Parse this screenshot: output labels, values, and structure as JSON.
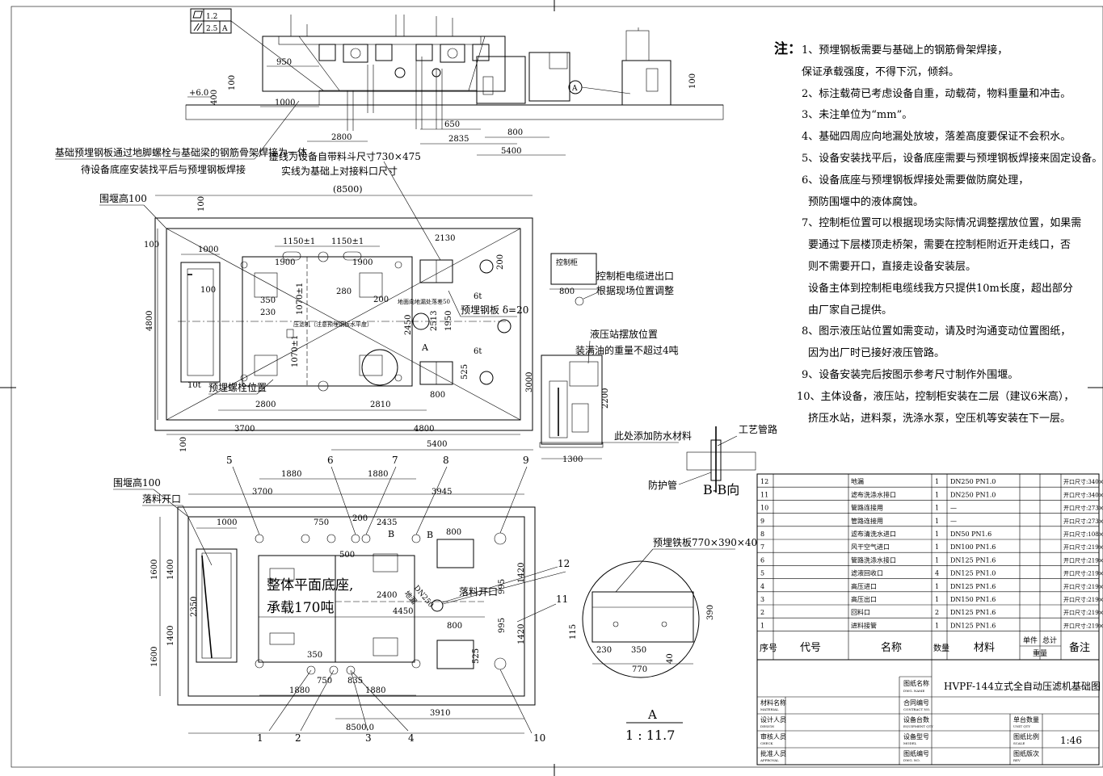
{
  "notes": {
    "heading": "注：",
    "items": [
      "1、预埋钢板需要与基础上的钢筋骨架焊接，",
      "保证承载强度，不得下沉，倾斜。",
      "2、标注载荷已考虑设备自重，动载荷，物料重量和冲击。",
      "3、未注单位为“mm”。",
      "4、基础四周应向地漏处放坡，落差高度要保证不会积水。",
      "5、设备安装找平后，设备底座需要与预埋钢板焊接来固定设备。",
      "6、设备底座与预埋钢板焊接处需要做防腐处理，",
      "预防围堰中的液体腐蚀。",
      "7、控制柜位置可以根据现场实际情况调整摆放位置，如果需",
      "要通过下层楼顶走桥架，需要在控制柜附近开走线口，否",
      "则不需要开口，直接走设备安装层。",
      "设备主体到控制柜电缆线我方只提供10m长度，超出部分",
      "由厂家自己提供。",
      "8、图示液压站位置如需变动，请及时沟通变动位置图纸，",
      "因为出厂时已接好液压管路。",
      "9、设备安装完后按图示参考尺寸制作外围堰。",
      "10、主体设备，液压站，控制柜安装在二层（建议6米高），",
      "挤压水站，进料泵，洗涤水泵，空压机等安装在下一层。"
    ]
  },
  "tolerance_frame": {
    "flatness": "1.2",
    "parallel": "2.5",
    "datum": "A"
  },
  "elevation": {
    "dims": [
      "950",
      "1000",
      "2800",
      "650",
      "2835",
      "800",
      "5400",
      "100",
      "400",
      "100",
      "+6.0"
    ],
    "callout_a": "A"
  },
  "plan_top": {
    "callouts": [
      "基础预埋钢板通过地脚螺栓与基础梁的钢筋骨架焊接为一体",
      "待设备底座安装找平后与预埋钢板焊接",
      "虚线为设备自带料斗尺寸730×475",
      "实线为基础上对接料口尺寸"
    ],
    "labels": {
      "weir": "围堰高100",
      "embed_plate": "预埋钢板 δ=20",
      "anchor_bolt": "预埋螺栓位置",
      "slope_note": "地面向地漏处落差50",
      "weight_10t": "10t",
      "weight_6t_a": "6t",
      "weight_6t_b": "6t",
      "note_small": "压滤机（注意预埋钢板水平度）",
      "a_mark": "A"
    },
    "dims": {
      "overall": "(8500)",
      "d2130": "2130",
      "d1150a": "1150±1",
      "d1150b": "1150±1",
      "d1900a": "1900",
      "d1900b": "1900",
      "d1000": "1000",
      "d100a": "100",
      "d100b": "100",
      "d100c": "100",
      "d100d": "100",
      "d350": "350",
      "d230": "230",
      "d280": "280",
      "d200a": "200",
      "d200b": "200",
      "d1070a": "1070±1",
      "d1070b": "1070±1",
      "d2450": "2450",
      "d2513": "2513",
      "d1950": "1950",
      "d525": "525",
      "d800": "800",
      "d2800": "2800",
      "d2810": "2810",
      "d3700": "3700",
      "d4800": "4800",
      "d5400": "5400",
      "d4800v": "4800",
      "d3000": "3000"
    }
  },
  "control_cabinet": {
    "label": "控制柜",
    "dim": "800",
    "note1": "控制柜电缆进出口",
    "note2": "根据现场位置调整"
  },
  "hydraulic": {
    "note1": "液压站摆放位置",
    "note2": "装满油的重量不超过4吨",
    "dim_w": "1300",
    "dim_h": "2200",
    "waterproof": "此处添加防水材料"
  },
  "bb_view": {
    "pipe_label": "工艺管路",
    "guard_label": "防护管",
    "title": "B-B向"
  },
  "plan_bottom": {
    "labels": {
      "weir": "围堰高100",
      "drop_port": "落料开口",
      "drop_port2": "落料开口",
      "base1": "整体平面底座,",
      "base2": "承载170吨",
      "dn250": "DN250",
      "floor_drain": "地漏",
      "b1": "B",
      "b2": "B"
    },
    "bubbles": [
      "1",
      "2",
      "3",
      "4",
      "5",
      "6",
      "7",
      "8",
      "9",
      "10",
      "11",
      "12"
    ],
    "dims": {
      "d3700": "3700",
      "d1880a": "1880",
      "d1880b": "1880",
      "d3945": "3945",
      "d1000": "1000",
      "d750a": "750",
      "d200": "200",
      "d2435": "2435",
      "d800a": "800",
      "d500": "500",
      "d2400": "2400",
      "d4450": "4450",
      "d995a": "995",
      "d995b": "995",
      "d1420a": "1420",
      "d1420b": "1420",
      "d800b": "800",
      "d525": "525",
      "d1600a": "1600",
      "d1600b": "1600",
      "d1400a": "1400",
      "d1400b": "1400",
      "d2350": "2350",
      "d350": "350",
      "d1880c": "1880",
      "d750b": "750",
      "d835": "835",
      "d1880d": "1880",
      "d3910": "3910",
      "d8500": "8500.0"
    }
  },
  "detail_a": {
    "title": "预埋铁板770×390×40",
    "dims": [
      "230",
      "350",
      "770",
      "390",
      "115",
      "40"
    ],
    "scale_label": "A",
    "scale": "1 : 11.7"
  },
  "table": {
    "rows": [
      {
        "no": "12",
        "code": "",
        "name": "地漏",
        "qty": "1",
        "mat": "DN250  PN1.0",
        "note": "开口尺寸:340×"
      },
      {
        "no": "11",
        "code": "",
        "name": "滤布洗涤水排口",
        "qty": "1",
        "mat": "DN250  PN1.0",
        "note": "开口尺寸:340×"
      },
      {
        "no": "10",
        "code": "",
        "name": "管路连接用",
        "qty": "1",
        "mat": "—",
        "note": "开口尺寸:273×"
      },
      {
        "no": "9",
        "code": "",
        "name": "管路连接用",
        "qty": "1",
        "mat": "—",
        "note": "开口尺寸:273×"
      },
      {
        "no": "8",
        "code": "",
        "name": "滤布清洗水进口",
        "qty": "1",
        "mat": "DN50  PN1.6",
        "note": "开口尺寸:108×"
      },
      {
        "no": "7",
        "code": "",
        "name": "风干空气进口",
        "qty": "1",
        "mat": "DN100  PN1.6",
        "note": "开口尺寸:219×"
      },
      {
        "no": "6",
        "code": "",
        "name": "管路洗涤水接口",
        "qty": "1",
        "mat": "DN125  PN1.6",
        "note": "开口尺寸:219×"
      },
      {
        "no": "5",
        "code": "",
        "name": "滤液回收口",
        "qty": "4",
        "mat": "DN125  PN1.0",
        "note": "开口尺寸:219×"
      },
      {
        "no": "4",
        "code": "",
        "name": "高压进口",
        "qty": "1",
        "mat": "DN125  PN1.6",
        "note": "开口尺寸:219×"
      },
      {
        "no": "3",
        "code": "",
        "name": "高压出口",
        "qty": "1",
        "mat": "DN150 PN1.6",
        "note": "开口尺寸:219×"
      },
      {
        "no": "2",
        "code": "",
        "name": "回料口",
        "qty": "2",
        "mat": "DN125  PN1.6",
        "note": "开口尺寸:219×"
      },
      {
        "no": "1",
        "code": "",
        "name": "进料接管",
        "qty": "1",
        "mat": "DN125  PN1.6",
        "note": "开口尺寸:219×"
      }
    ],
    "header": {
      "no": "序号",
      "code": "代号",
      "name": "名称",
      "qty": "数量",
      "mat": "材料",
      "single": "单件",
      "total": "总计",
      "weight": "重量",
      "note": "备注"
    },
    "title_block": {
      "drawing_name_label": "图纸名称",
      "drawing_name_en": "DWG. NAME",
      "drawing_name": "HVPF-144立式全自动压滤机基础图",
      "material_label": "材料名称",
      "material_en": "MATERIAL",
      "contract_label": "合同编号",
      "contract_en": "CONTRACT NO.",
      "design_label": "设计人员",
      "design_en": "DESIGN",
      "equip_qty_label": "设备台数",
      "equip_qty_en": "EQUIPMENT QTY",
      "unit_qty_label": "单台数量",
      "unit_qty_en": "UNIT QTY",
      "check_label": "审核人员",
      "check_en": "CHECK",
      "model_label": "设备型号",
      "model_en": "MODEL",
      "scale_label": "图纸比例",
      "scale_en": "SCALE",
      "scale": "1:46",
      "approval_label": "批准人员",
      "approval_en": "APPROVAL",
      "dwg_no_label": "图纸编号",
      "dwg_no_en": "DWG. NO.",
      "rev_label": "图纸版次",
      "rev_en": "REV"
    }
  }
}
